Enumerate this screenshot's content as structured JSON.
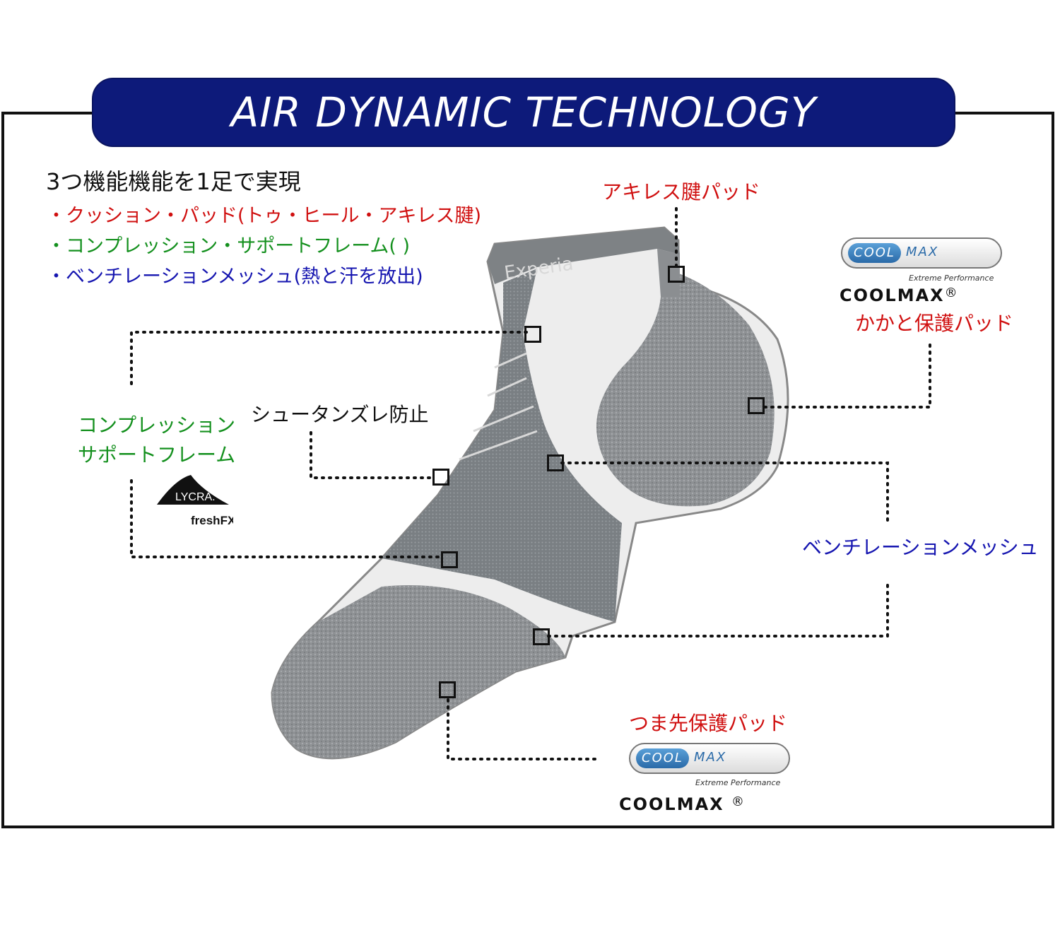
{
  "banner": {
    "title": "AIR DYNAMIC TECHNOLOGY"
  },
  "intro": {
    "heading": "3つ機能機能を1足で実現",
    "features": [
      "・クッション・パッド(トゥ・ヒール・アキレス腱)",
      "・コンプレッション・サポートフレーム( )",
      "・ベンチレーションメッシュ(熱と汗を放出)"
    ]
  },
  "callouts": {
    "achilles": "アキレス腱パッド",
    "heel": "かかと保護パッド",
    "compression_line1": "コンプレッション",
    "compression_line2": "サポートフレーム",
    "tongue": "シュータンズレ防止",
    "ventilation": "ベンチレーションメッシュ",
    "toe": "つま先保護パッド"
  },
  "coolmax": {
    "pill": "COOL",
    "max": "MAX",
    "sub": "Extreme Performance",
    "brand": "COOLMAX",
    "reg": "®"
  },
  "lycra": {
    "brand": "LYCRA.",
    "sub": "freshFX."
  },
  "sock": {
    "cuff_text": "Experia"
  },
  "colors": {
    "banner": "#0d1a7a",
    "red": "#d01010",
    "green": "#14901e",
    "blue": "#1515b0",
    "sock_gray": "#8a8d90",
    "sock_white": "#eeeeee",
    "coolmax_blue": "#2a6aa8"
  }
}
